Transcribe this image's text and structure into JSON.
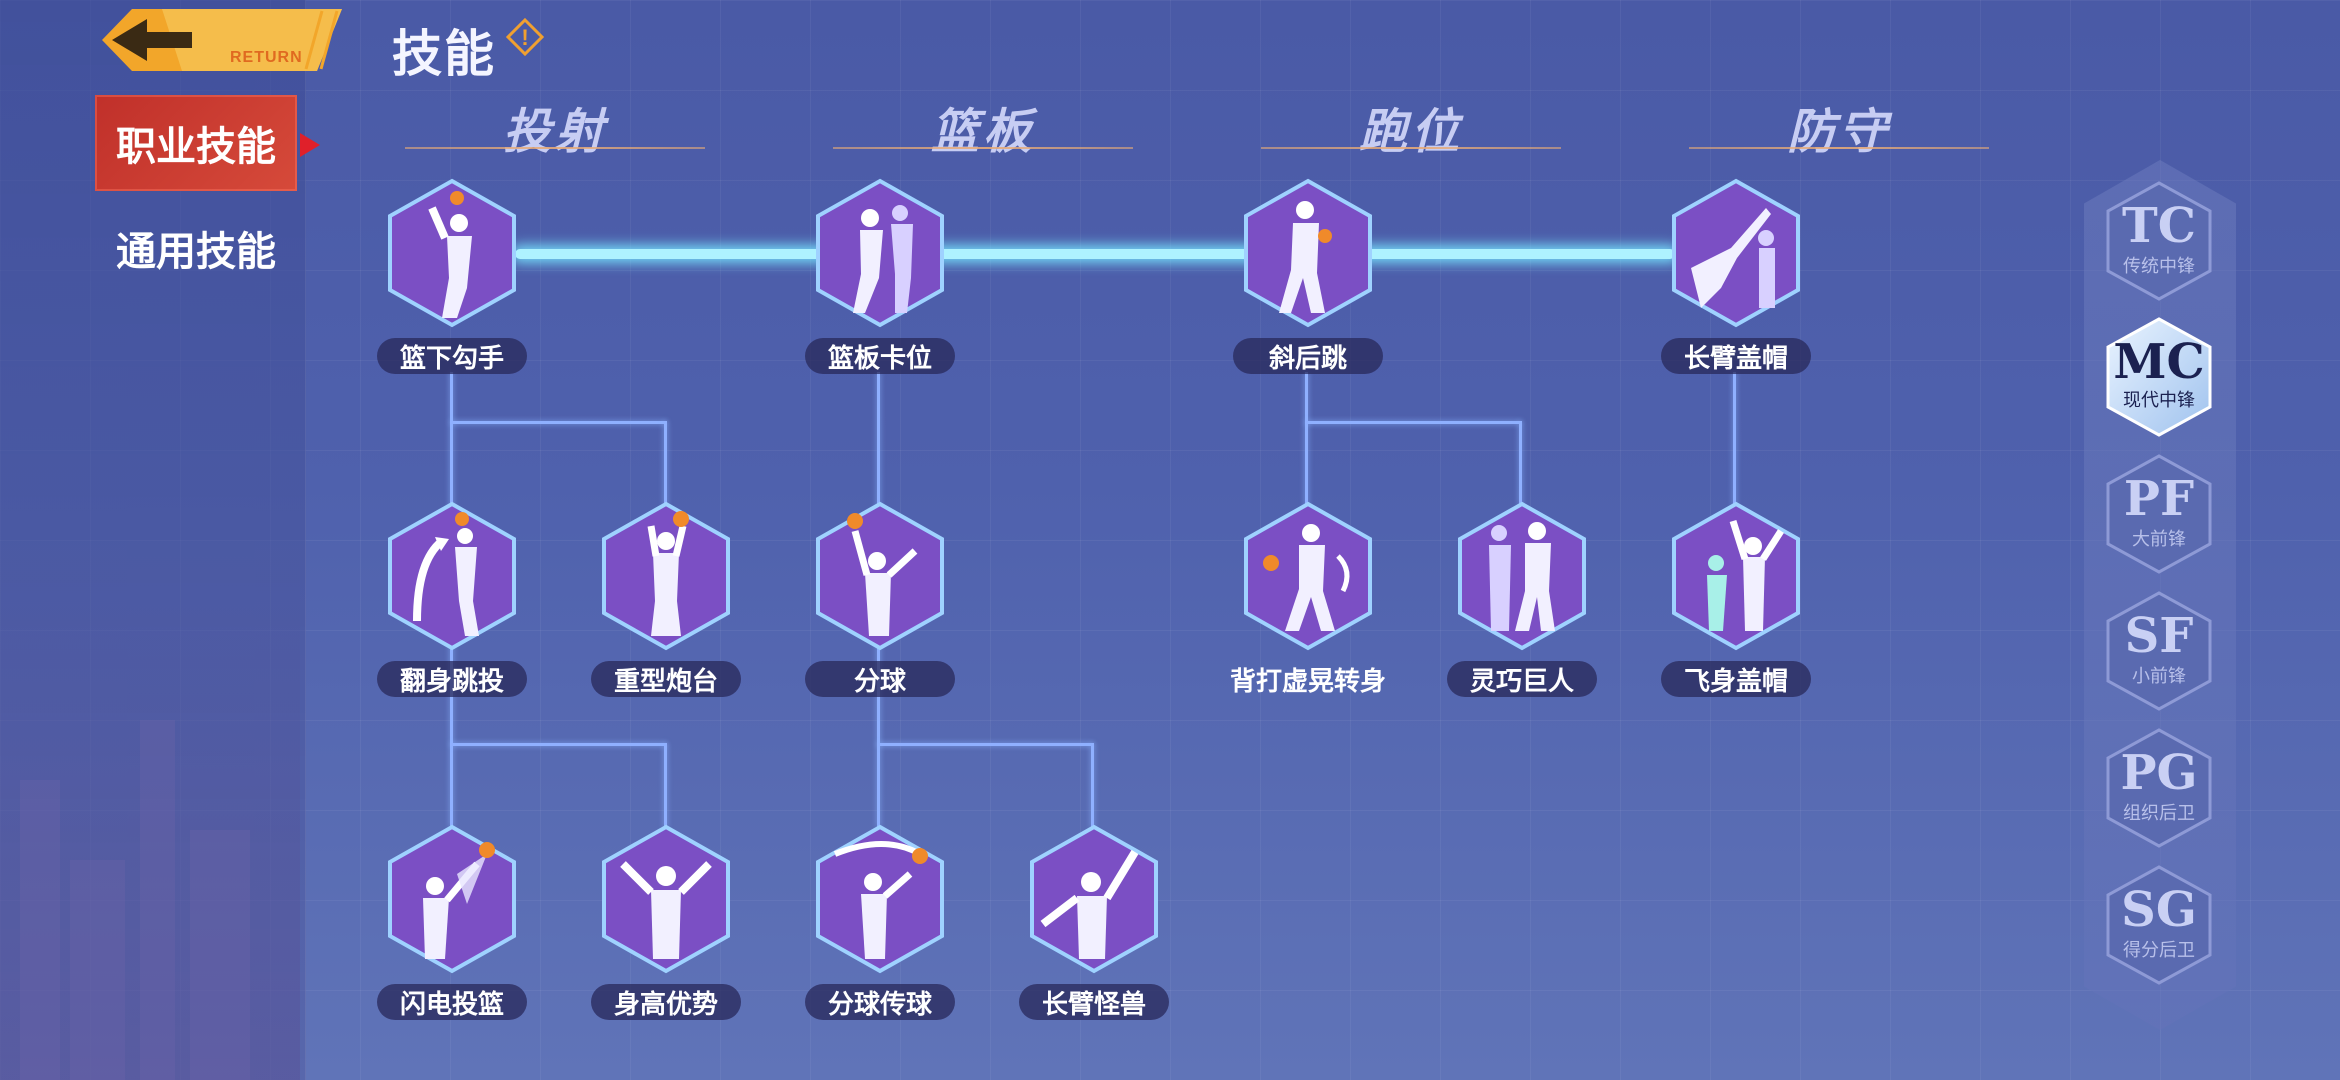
{
  "header": {
    "back_label": "RETURN",
    "title": "技能",
    "info_symbol": "!"
  },
  "tabs": [
    {
      "label": "职业技能",
      "active": true
    },
    {
      "label": "通用技能",
      "active": false
    }
  ],
  "categories": [
    "投射",
    "篮板",
    "跑位",
    "防守"
  ],
  "skills": {
    "s1": "篮下勾手",
    "s2": "篮板卡位",
    "s3": "斜后跳",
    "s4": "长臂盖帽",
    "s5": "翻身跳投",
    "s6": "重型炮台",
    "s7": "分球",
    "s8": "背打虚晃转身",
    "s9": "灵巧巨人",
    "s10": "飞身盖帽",
    "s11": "闪电投篮",
    "s12": "身高优势",
    "s13": "分球传球",
    "s14": "长臂怪兽"
  },
  "positions": [
    {
      "code": "TC",
      "name": "传统中锋",
      "active": false
    },
    {
      "code": "MC",
      "name": "现代中锋",
      "active": true
    },
    {
      "code": "PF",
      "name": "大前锋",
      "active": false
    },
    {
      "code": "SF",
      "name": "小前锋",
      "active": false
    },
    {
      "code": "PG",
      "name": "组织后卫",
      "active": false
    },
    {
      "code": "SG",
      "name": "得分后卫",
      "active": false
    }
  ],
  "colors": {
    "accent_red": "#d64a3a",
    "hex_fill": "#7b4fc4",
    "wire_glow": "#aef2ff"
  }
}
